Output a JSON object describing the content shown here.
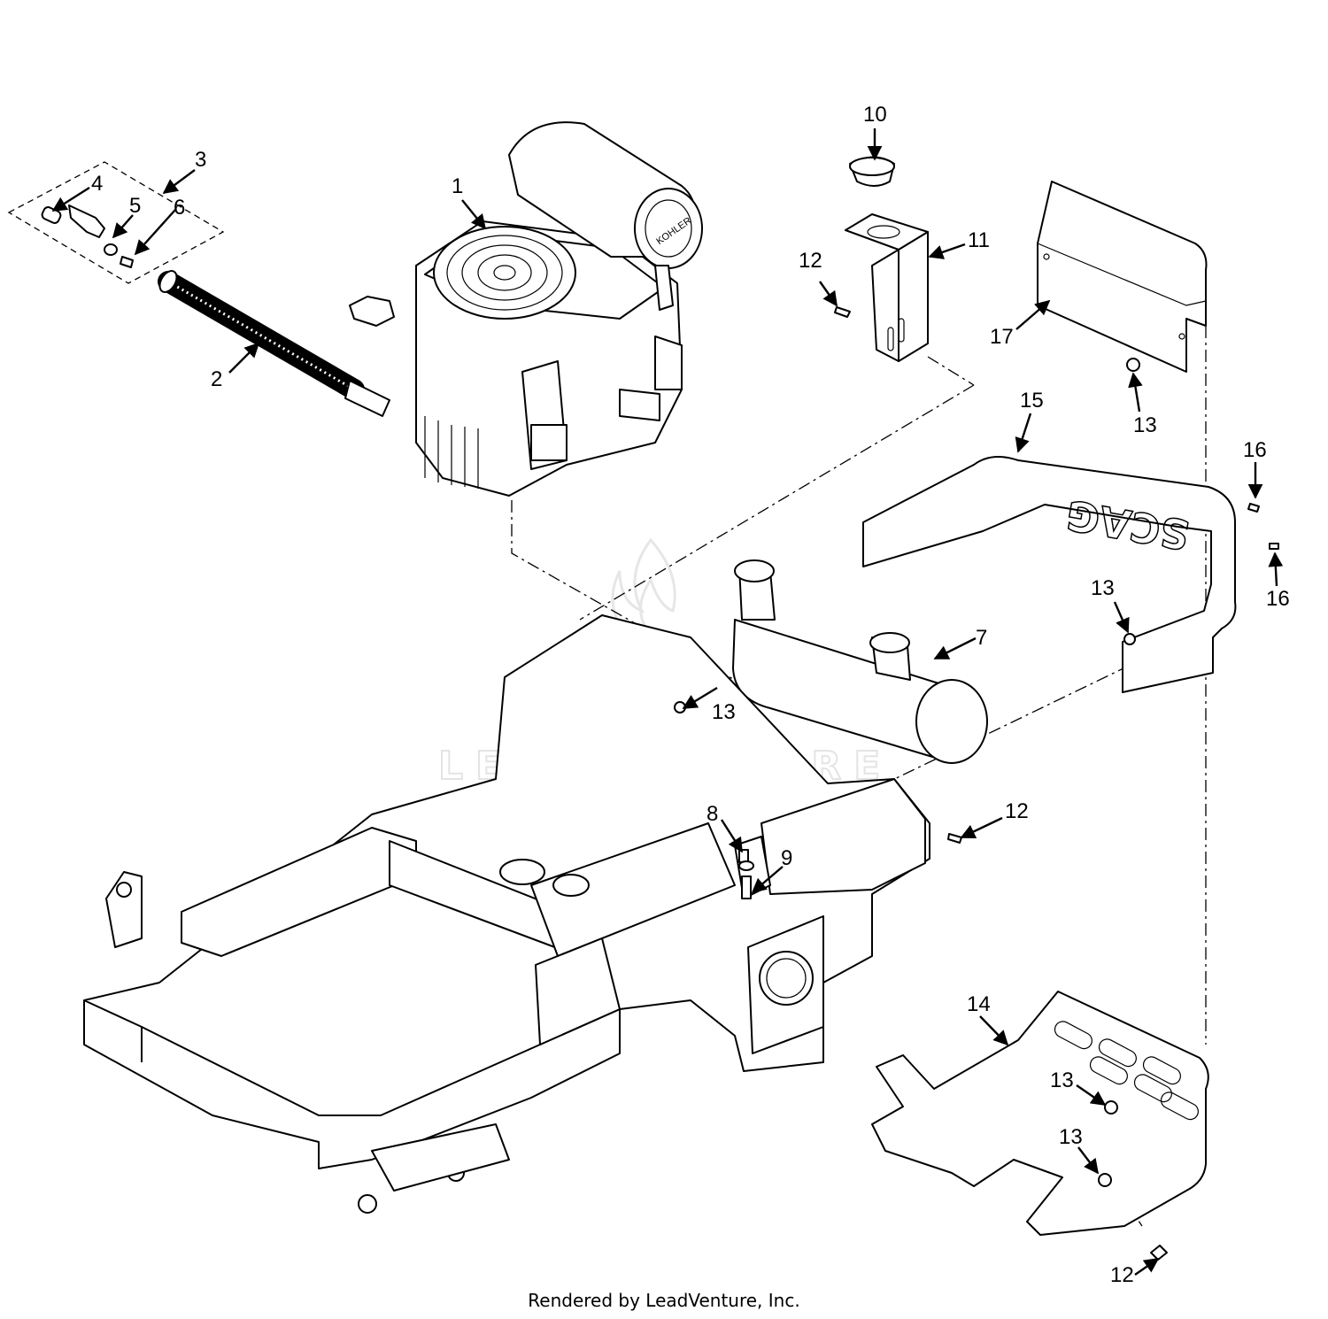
{
  "watermark": "LEADVENTURE",
  "brand_marks": {
    "engine": "KOHLER",
    "guard": "SCAG"
  },
  "footer": {
    "text": "Rendered by LeadVenture, Inc."
  },
  "callouts": [
    {
      "id": "c1",
      "label": "1"
    },
    {
      "id": "c2",
      "label": "2"
    },
    {
      "id": "c3",
      "label": "3"
    },
    {
      "id": "c4",
      "label": "4"
    },
    {
      "id": "c5",
      "label": "5"
    },
    {
      "id": "c6",
      "label": "6"
    },
    {
      "id": "c7",
      "label": "7"
    },
    {
      "id": "c8",
      "label": "8"
    },
    {
      "id": "c9",
      "label": "9"
    },
    {
      "id": "c10",
      "label": "10"
    },
    {
      "id": "c11",
      "label": "11"
    },
    {
      "id": "c12a",
      "label": "12"
    },
    {
      "id": "c12b",
      "label": "12"
    },
    {
      "id": "c12c",
      "label": "12"
    },
    {
      "id": "c13a",
      "label": "13"
    },
    {
      "id": "c13b",
      "label": "13"
    },
    {
      "id": "c13c",
      "label": "13"
    },
    {
      "id": "c13d",
      "label": "13"
    },
    {
      "id": "c13e",
      "label": "13"
    },
    {
      "id": "c14",
      "label": "14"
    },
    {
      "id": "c15",
      "label": "15"
    },
    {
      "id": "c16a",
      "label": "16"
    },
    {
      "id": "c16b",
      "label": "16"
    },
    {
      "id": "c17",
      "label": "17"
    }
  ]
}
